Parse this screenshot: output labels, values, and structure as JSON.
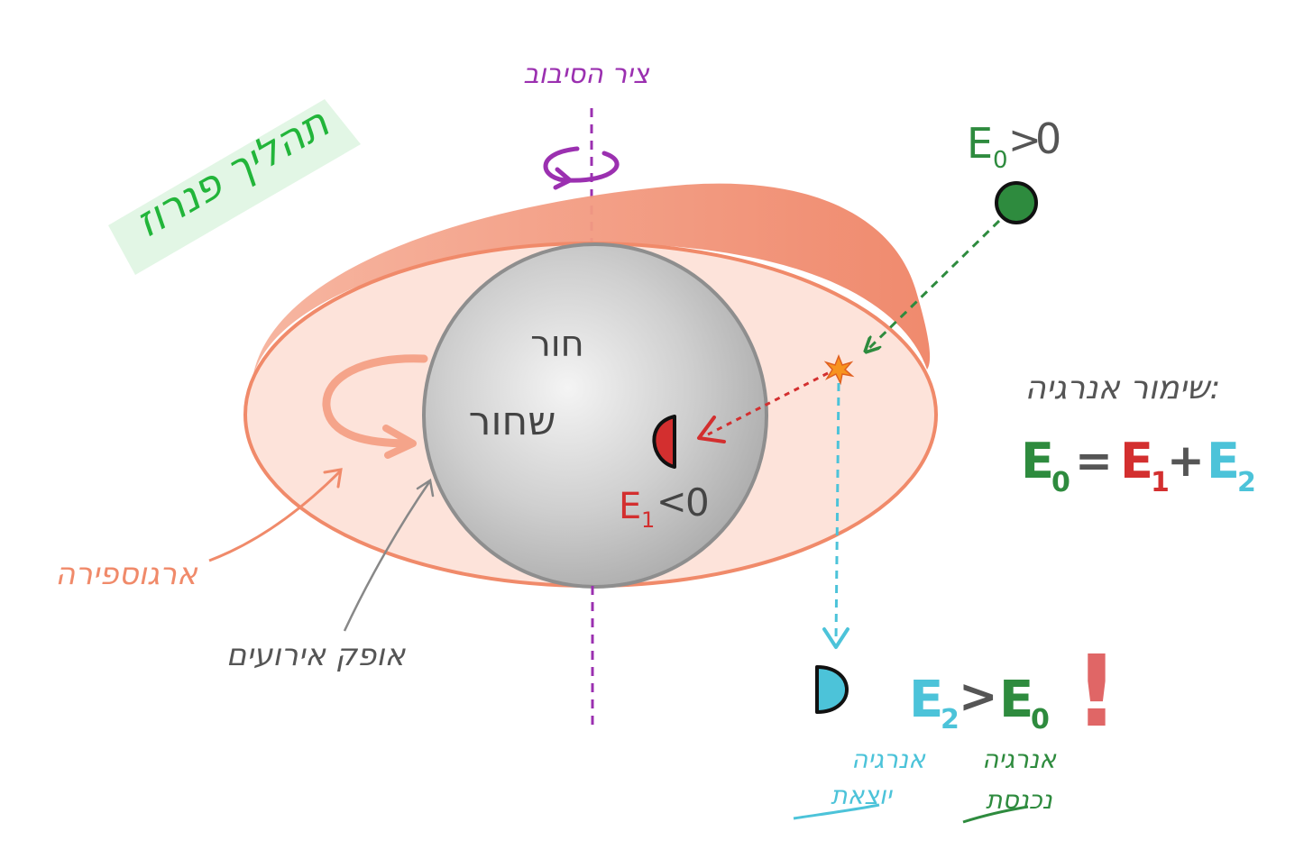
{
  "labels": {
    "process_title": "תהליך פנרוז",
    "rotation_axis": "ציר הסיבוב",
    "black_hole_line1": "חור",
    "black_hole_line2": "שחור",
    "ergosphere": "ארגוספירה",
    "event_horizon": "אופק אירועים",
    "energy_conservation": "שימור אנרגיה:",
    "incoming_energy_line1": "אנרגיה",
    "incoming_energy_line2": "נכנסת",
    "outgoing_energy_line1": "אנרגיה",
    "outgoing_energy_line2": "יוצאת",
    "exclamation": "!"
  },
  "equations": {
    "e0_sym": "E",
    "e0_sub": "0",
    "e0_rel": ">",
    "e0_rhs": "0",
    "e1_sym": "E",
    "e1_sub": "1",
    "e1_rel": "<",
    "e1_rhs": "0",
    "cons_e0": "E",
    "cons_e0_sub": "0",
    "cons_eq": "=",
    "cons_e1": "E",
    "cons_e1_sub": "1",
    "cons_plus": "+",
    "cons_e2": "E",
    "cons_e2_sub": "2",
    "cmp_e2": "E",
    "cmp_e2_sub": "2",
    "cmp_rel": ">",
    "cmp_e0": "E",
    "cmp_e0_sub": "0"
  },
  "colors": {
    "title_green": "#22b53a",
    "axis_purple": "#9b30b0",
    "ergo_orange": "#f08a6a",
    "ergo_fill": "#fde3da",
    "hole_gray": "#bdbdbd",
    "e0_green": "#2e8b3e",
    "e1_red": "#d32f2f",
    "e2_cyan": "#4cc3d9",
    "burst_orange": "#f7931e",
    "horizon_gray": "#888888",
    "text_dark": "#555555",
    "exclaim_red": "#e06666"
  }
}
